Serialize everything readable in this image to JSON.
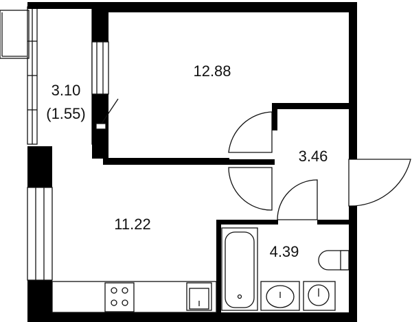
{
  "floor_plan": {
    "rooms": [
      {
        "id": "balcony",
        "area_label": "3.10",
        "area_label_secondary": "(1.55)"
      },
      {
        "id": "bedroom",
        "area_label": "12.88"
      },
      {
        "id": "hallway",
        "area_label": "3.46"
      },
      {
        "id": "kitchen-living",
        "area_label": "11.22"
      },
      {
        "id": "bathroom",
        "area_label": "4.39"
      }
    ],
    "colors": {
      "wall": "#000000",
      "line": "#111111",
      "background": "#ffffff"
    },
    "icons": [
      "bathtub-icon",
      "sink-icon",
      "toilet-icon",
      "washing-machine-icon",
      "stove-icon",
      "kitchen-sink-icon",
      "door-swing-icon",
      "window-icon"
    ]
  }
}
